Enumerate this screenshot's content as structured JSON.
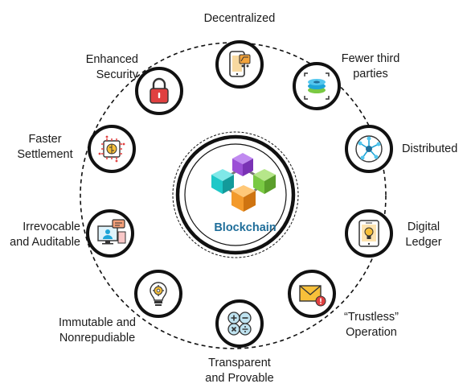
{
  "center": {
    "title": "Blockchain"
  },
  "colors": {
    "ring": "#111111",
    "title": "#1f6e9a",
    "cube_cyan": "#1ec8c8",
    "cube_purple": "#9b4fd6",
    "cube_green": "#7ac943",
    "cube_orange": "#f39a2b",
    "accent_red": "#e04040",
    "accent_yellow": "#f7c03a"
  },
  "features": [
    {
      "id": "decentralized",
      "line1": "Decentralized",
      "line2": "",
      "icon": "mobile-cart-icon"
    },
    {
      "id": "fewer-third-parties",
      "line1": "Fewer third",
      "line2": "parties",
      "icon": "layers-icon"
    },
    {
      "id": "distributed",
      "line1": "Distributed",
      "line2": "",
      "icon": "network-icon"
    },
    {
      "id": "digital-ledger",
      "line1": "Digital",
      "line2": "Ledger",
      "icon": "tablet-lightbulb-icon"
    },
    {
      "id": "trustless-operation",
      "line1": "“Trustless”",
      "line2": "Operation",
      "icon": "envelope-alert-icon"
    },
    {
      "id": "transparent-and-provable",
      "line1": "Transparent",
      "line2": "and Provable",
      "icon": "math-operators-icon"
    },
    {
      "id": "immutable-and-nonrepudiable",
      "line1": "Immutable and",
      "line2": "Nonrepudiable",
      "icon": "lightbulb-gear-icon"
    },
    {
      "id": "irrevocable-and-auditable",
      "line1": "Irrevocable",
      "line2": "and Auditable",
      "icon": "monitor-user-icon"
    },
    {
      "id": "faster-settlement",
      "line1": "Faster",
      "line2": "Settlement",
      "icon": "brain-chip-icon"
    },
    {
      "id": "enhanced-security",
      "line1": "Enhanced",
      "line2": "Security",
      "icon": "padlock-icon"
    }
  ]
}
